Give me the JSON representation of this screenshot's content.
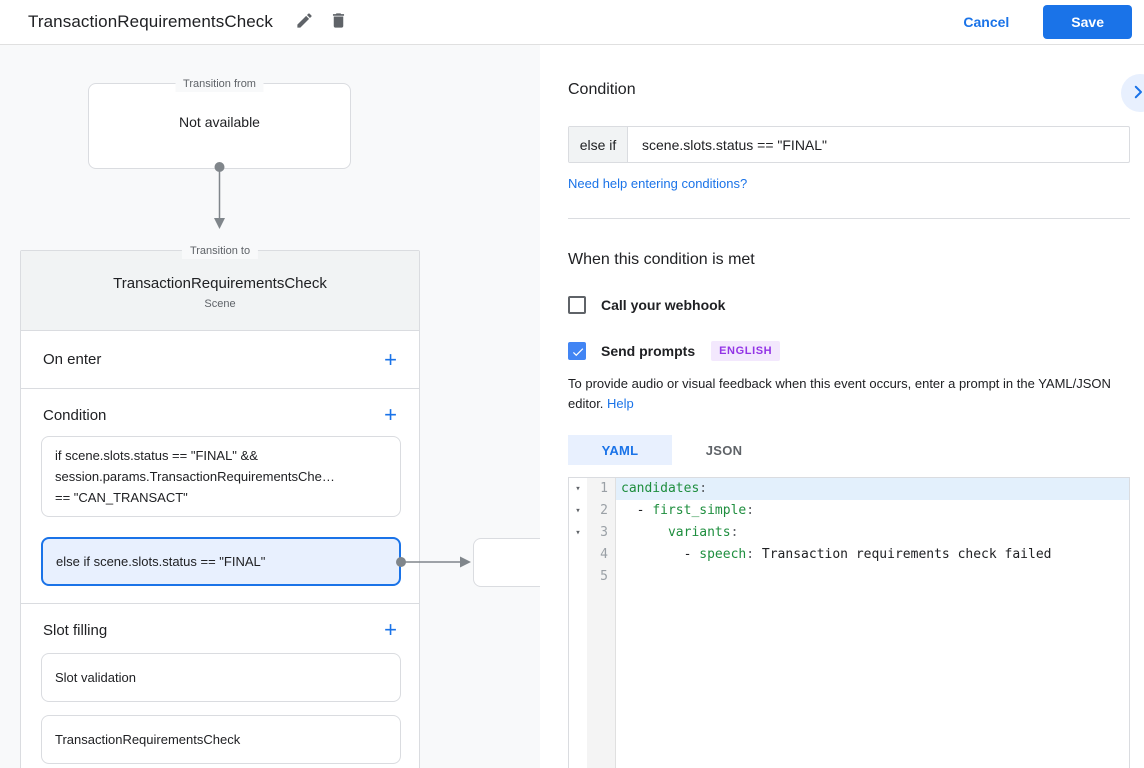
{
  "colors": {
    "accent_blue": "#1a73e8",
    "checkbox_blue": "#4285f4",
    "selected_condition_bg": "#e8f0fe",
    "badge_bg": "#f3e8fd",
    "badge_text": "#9334e6",
    "code_key_green": "#1e8e3e",
    "line_highlight": "#e3f0fc",
    "panel_bg": "#f8f9fa",
    "border": "#dadce0"
  },
  "icons": {
    "plus": "+",
    "fold_arrow": "▾"
  },
  "header": {
    "title": "TransactionRequirementsCheck",
    "cancel_label": "Cancel",
    "save_label": "Save"
  },
  "diagram": {
    "transition_from": {
      "legend": "Transition from",
      "content": "Not available"
    },
    "scene": {
      "legend": "Transition to",
      "title": "TransactionRequirementsCheck",
      "type_label": "Scene",
      "on_enter_label": "On enter",
      "condition_label": "Condition",
      "conditions": [
        {
          "lines": [
            "if scene.slots.status == \"FINAL\" &&",
            "session.params.TransactionRequirementsChe…",
            "== \"CAN_TRANSACT\""
          ]
        },
        {
          "lines": [
            "else if scene.slots.status == \"FINAL\""
          ]
        }
      ],
      "slot_filling_label": "Slot filling",
      "slots": [
        "Slot validation",
        "TransactionRequirementsCheck"
      ]
    }
  },
  "panel": {
    "title": "Condition",
    "condition_input": {
      "prefix": "else if",
      "value": "scene.slots.status == \"FINAL\""
    },
    "help_link": "Need help entering conditions?",
    "when_met_title": "When this condition is met",
    "webhook": {
      "label": "Call your webhook",
      "checked": false
    },
    "prompts": {
      "label": "Send prompts",
      "checked": true,
      "badge": "ENGLISH"
    },
    "description": "To provide audio or visual feedback when this event occurs, enter a prompt in the YAML/JSON editor.",
    "description_link": "Help",
    "editor": {
      "tabs": [
        {
          "label": "YAML",
          "active": true
        },
        {
          "label": "JSON",
          "active": false
        }
      ],
      "lines": [
        {
          "num": 1,
          "fold": true,
          "highlight": true,
          "segments": [
            {
              "text": "candidates",
              "type": "key"
            },
            {
              "text": ":",
              "type": "punct"
            }
          ]
        },
        {
          "num": 2,
          "fold": true,
          "highlight": false,
          "segments": [
            {
              "text": "  - ",
              "type": "plain"
            },
            {
              "text": "first_simple",
              "type": "key"
            },
            {
              "text": ":",
              "type": "punct"
            }
          ]
        },
        {
          "num": 3,
          "fold": true,
          "highlight": false,
          "segments": [
            {
              "text": "      ",
              "type": "plain"
            },
            {
              "text": "variants",
              "type": "key"
            },
            {
              "text": ":",
              "type": "punct"
            }
          ]
        },
        {
          "num": 4,
          "fold": false,
          "highlight": false,
          "segments": [
            {
              "text": "        - ",
              "type": "plain"
            },
            {
              "text": "speech",
              "type": "key"
            },
            {
              "text": ":",
              "type": "punct"
            },
            {
              "text": " Transaction requirements check failed",
              "type": "plain"
            }
          ]
        },
        {
          "num": 5,
          "fold": false,
          "highlight": false,
          "segments": []
        }
      ]
    }
  }
}
